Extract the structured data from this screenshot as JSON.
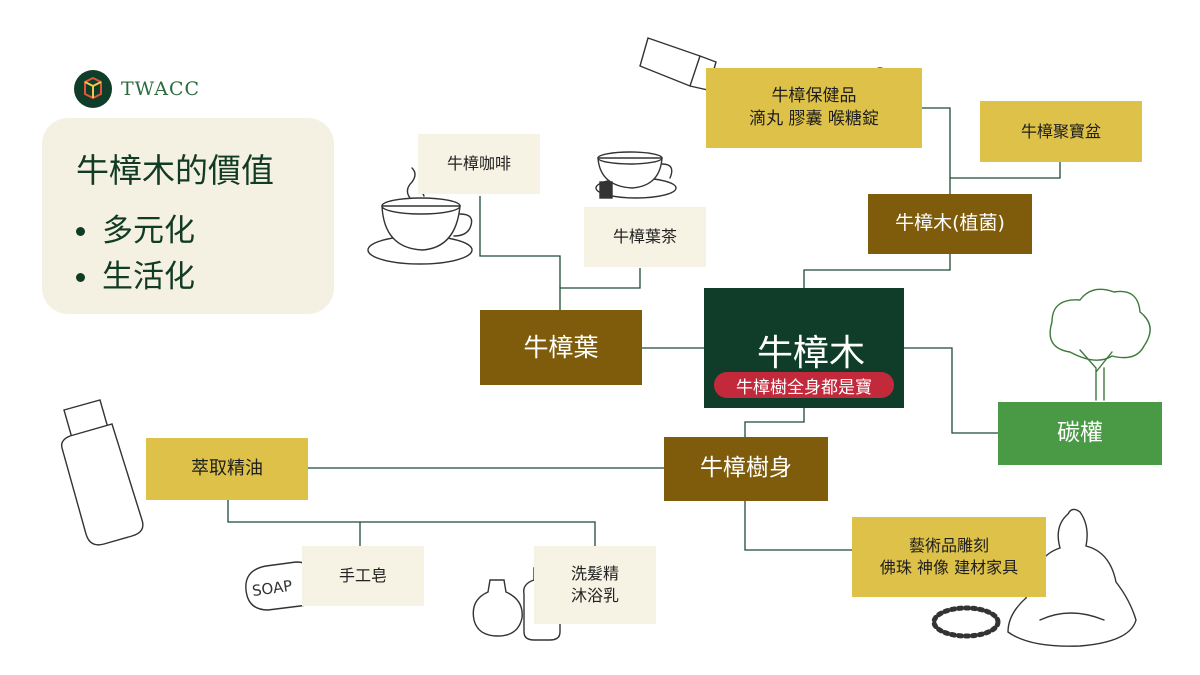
{
  "logo": {
    "text": "TWACC"
  },
  "panel": {
    "title": "牛樟木的價值",
    "bullets": [
      "多元化",
      "生活化"
    ]
  },
  "center": {
    "title": "牛樟木",
    "subtitle": "牛樟樹全身都是寶"
  },
  "nodes": {
    "leaf": "牛樟葉",
    "coffee": "牛樟咖啡",
    "leaf_tea": "牛樟葉茶",
    "planted": "牛樟木(植菌)",
    "health": "牛樟保健品\n滴丸 膠囊 喉糖錠",
    "bonsai": "牛樟聚寶盆",
    "carbon": "碳權",
    "trunk": "牛樟樹身",
    "essential_oil": "萃取精油",
    "soap": "手工皂",
    "shampoo": "洗髮精\n沐浴乳",
    "art": "藝術品雕刻\n佛珠 神像 建材家具"
  },
  "illustrations": {
    "soap_label": "SOAP",
    "icons": [
      "pill-bottle-icon",
      "coffee-cup-icon",
      "tea-cup-icon",
      "tree-icon",
      "oil-bottle-icon",
      "soap-icon",
      "lotion-bottles-icon",
      "buddha-statue-icon",
      "prayer-beads-icon"
    ]
  },
  "colors": {
    "dark_green": "#0f3d29",
    "brown": "#7e5c0b",
    "gold": "#ddc149",
    "cream": "#f6f2e4",
    "green": "#4a9a45",
    "red": "#c22a3c"
  }
}
